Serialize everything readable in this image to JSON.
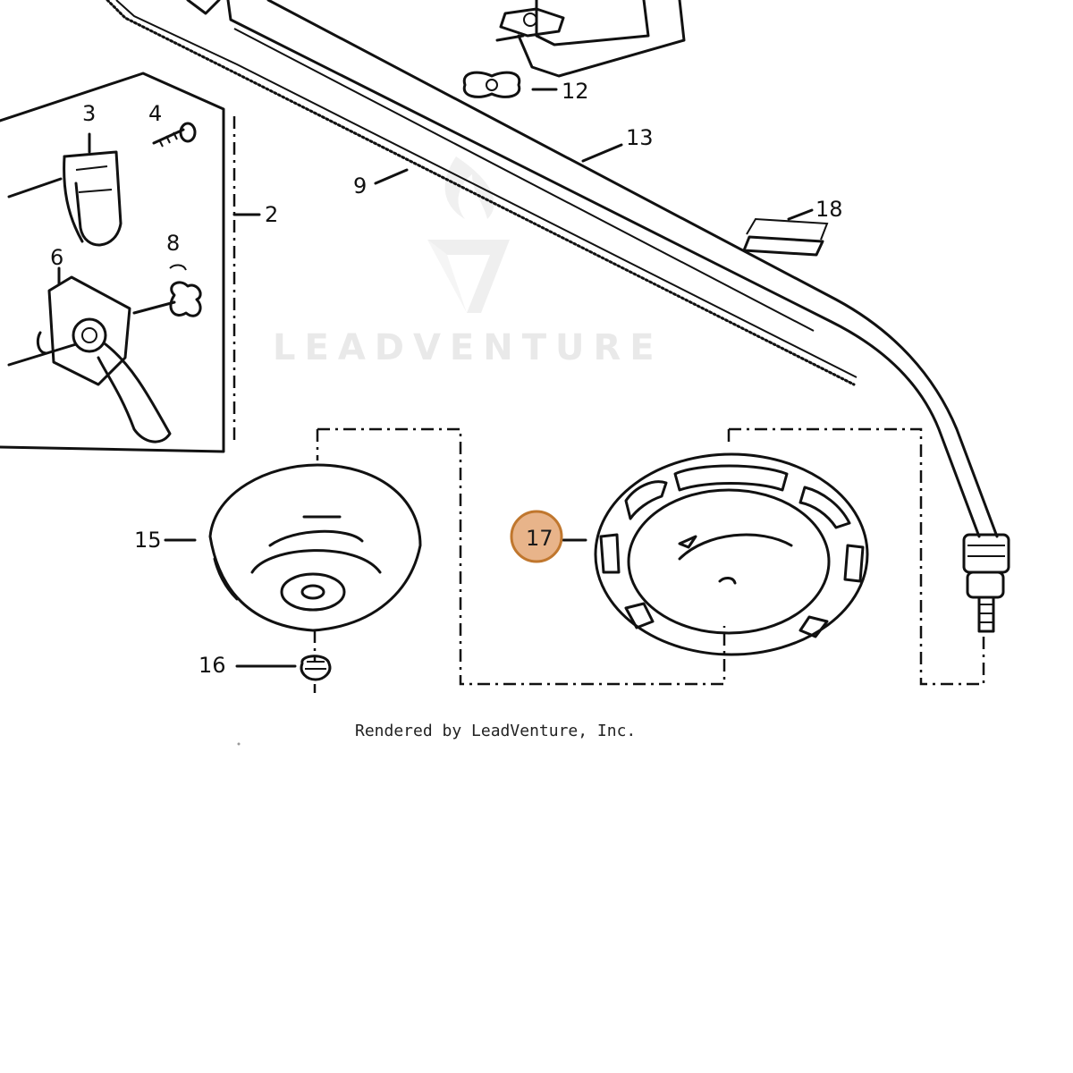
{
  "parts": [
    {
      "id": "p2",
      "label": "2"
    },
    {
      "id": "p3",
      "label": "3"
    },
    {
      "id": "p4",
      "label": "4"
    },
    {
      "id": "p6",
      "label": "6"
    },
    {
      "id": "p8",
      "label": "8"
    },
    {
      "id": "p9",
      "label": "9"
    },
    {
      "id": "p12",
      "label": "12"
    },
    {
      "id": "p13",
      "label": "13"
    },
    {
      "id": "p15",
      "label": "15"
    },
    {
      "id": "p16",
      "label": "16"
    },
    {
      "id": "p17",
      "label": "17",
      "highlighted": true
    },
    {
      "id": "p18",
      "label": "18"
    }
  ],
  "watermark": {
    "text": "LEADVENTURE"
  },
  "credit": "Rendered by LeadVenture, Inc.",
  "colors": {
    "highlight_fill": "#e8b48a",
    "highlight_stroke": "#c0772e",
    "line": "#111111",
    "watermark": "#e9e9e9"
  }
}
